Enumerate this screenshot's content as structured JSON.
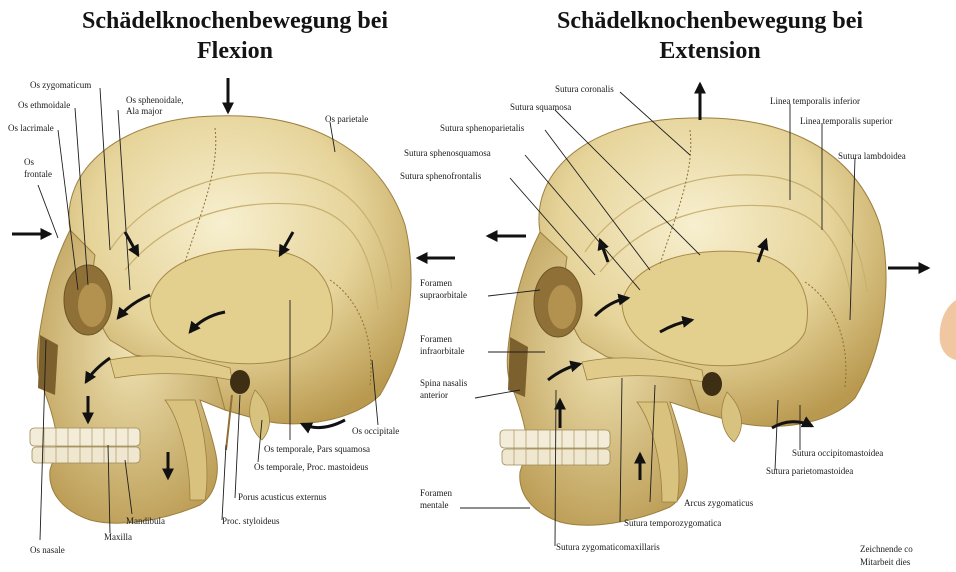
{
  "titles": {
    "left": [
      "Schädelknochenbewegung bei",
      "Flexion"
    ],
    "right": [
      "Schädelknochenbewegung bei",
      "Extension"
    ]
  },
  "labels_left": {
    "os_zygomaticum": "Os zygomaticum",
    "os_ethmoidale": "Os ethmoidale",
    "os_lacrimale": "Os lacrimale",
    "os_sphenoidale_1": "Os sphenoidale,",
    "os_sphenoidale_2": "Ala major",
    "os_parietale": "Os parietale",
    "os_frontale_1": "Os",
    "os_frontale_2": "frontale",
    "os_occipitale": "Os occipitale",
    "os_temporale_squamosa": "Os temporale, Pars squamosa",
    "os_temporale_mastoideus": "Os temporale, Proc. mastoideus",
    "porus": "Porus acusticus externus",
    "proc_styloideus": "Proc. styloideus",
    "mandibula": "Mandibula",
    "maxilla": "Maxilla",
    "os_nasale": "Os nasale"
  },
  "labels_right": {
    "sutura_coronalis": "Sutura coronalis",
    "sutura_squamosa": "Sutura squamosa",
    "sutura_sphenoparietalis": "Sutura sphenoparietalis",
    "sutura_sphenosquamosa": "Sutura sphenosquamosa",
    "sutura_sphenofrontalis": "Sutura sphenofrontalis",
    "linea_inferior": "Linea temporalis inferior",
    "linea_superior": "Linea temporalis superior",
    "sutura_lambdoidea": "Sutura lambdoidea",
    "foramen_supra_1": "Foramen",
    "foramen_supra_2": "supraorbitale",
    "foramen_infra_1": "Foramen",
    "foramen_infra_2": "infraorbitale",
    "spina_1": "Spina nasalis",
    "spina_2": "anterior",
    "sutura_occipitomastoidea": "Sutura occipitomastoidea",
    "sutura_parietomastoidea": "Sutura parietomastoidea",
    "arcus": "Arcus zygomaticus",
    "sutura_temporozygomatica": "Sutura temporozygomatica",
    "foramen_mentale_1": "Foramen",
    "foramen_mentale_2": "mentale",
    "sutura_zygomaticomaxillaris": "Sutura zygomaticomaxillaris"
  },
  "footer": {
    "corner_1": "Zeichnende co",
    "corner_2": "Mitarbeit dies"
  },
  "colors": {
    "bone": "#e9d9a3",
    "bone_light": "#f5ecc8",
    "bone_shadow": "#b89a55",
    "arrow": "#111111"
  },
  "icons": [
    "flexion-arrow-icon",
    "extension-arrow-icon"
  ]
}
